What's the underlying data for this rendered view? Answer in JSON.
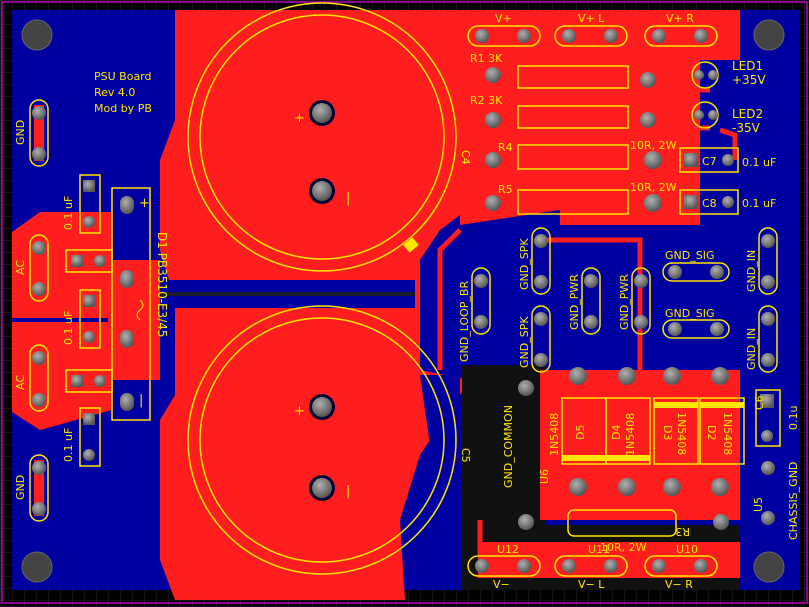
{
  "board": {
    "title_lines": [
      "PSU Board",
      "Rev 4.0",
      "Mod by PB"
    ]
  },
  "labels": {
    "vplus": "V+",
    "vplus_l": "V+ L",
    "vplus_r": "V+ R",
    "vminus": "V−",
    "vminus_l": "V− L",
    "vminus_r": "V− R",
    "r1": "R1 3K",
    "r2": "R2 3K",
    "r4": "R4",
    "r5": "R5",
    "c4": "C4",
    "c5": "C5",
    "c6": "C6",
    "c6_val": "0.1u",
    "c7": "C7",
    "c8": "C8",
    "c7_val": "0.1 uF",
    "c8_val": "0.1 uF",
    "r4_val": "10R, 2W",
    "r5_val": "10R, 2W",
    "r3": "R3",
    "r3_val": "10R, 2W",
    "led1": "LED1",
    "led1_v": "+35V",
    "led2": "LED2",
    "led2_v": "-35V",
    "gnd": "GND",
    "ac": "AC",
    "cap_01uf": "0.1 uF",
    "d1": "D1  PB3510-E3/45",
    "gnd_spk": "GND_SPK",
    "gnd_loop_br": "GND_LOOP_BR",
    "gnd_pwr": "GND_PWR",
    "gnd_sig": "GND_SIG",
    "gnd_in": "GND_IN",
    "gnd_common": "GND_COMMON",
    "chassis_gnd": "CHASSIS_GND",
    "u5": "U5",
    "u6": "U6",
    "u10": "U10",
    "u11": "U11",
    "u12": "U12",
    "d2": "D2",
    "d3": "D3",
    "d4": "D4",
    "d5": "D5",
    "diode_part": "1N5408",
    "plus": "+",
    "minus": "−"
  },
  "colors": {
    "background": "#000000",
    "bottom_copper": "#0000a0",
    "top_copper": "#ff1e1e",
    "silkscreen": "#ffe600",
    "pad": "#808080",
    "board_outline": "#c000c0"
  }
}
